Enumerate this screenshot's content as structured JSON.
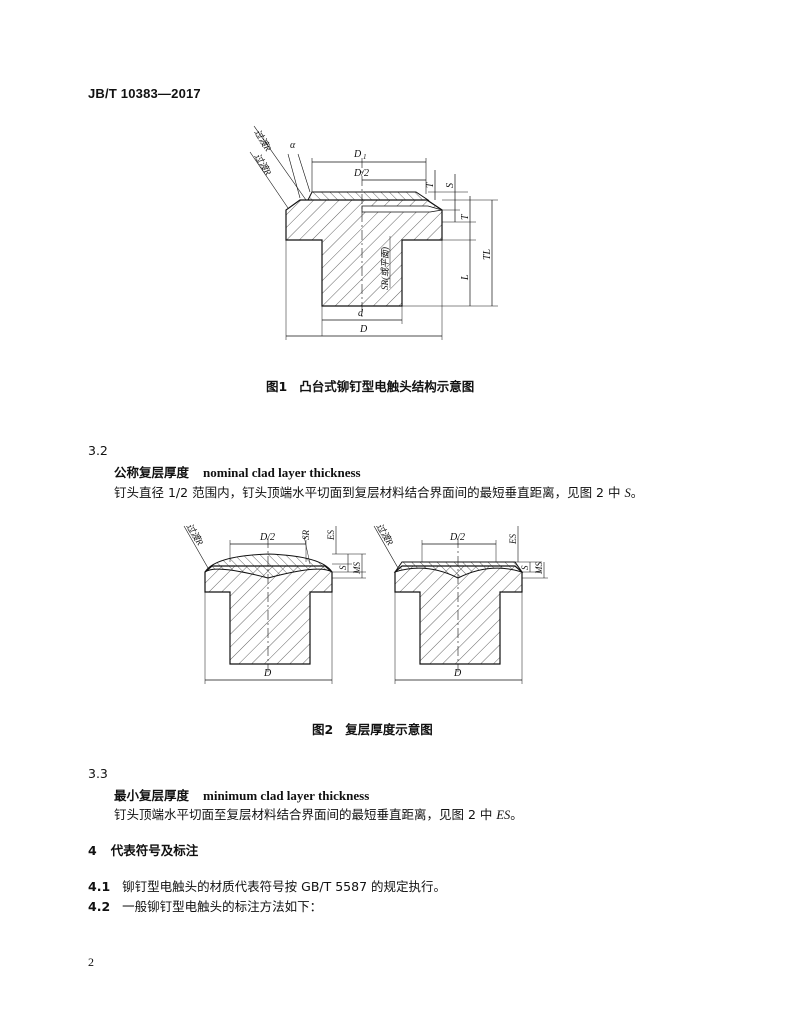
{
  "header": {
    "code": "JB/T 10383—2017"
  },
  "figure1": {
    "caption_num": "图1",
    "caption_text": "凸台式铆钉型电触头结构示意图",
    "labels": {
      "r1": "过渡R",
      "r2": "过渡R",
      "r2sub": "1",
      "alpha": "α",
      "D1": "D",
      "D1sub": "1",
      "Dhalf": "D/2",
      "T1": "T",
      "T1sub": "1",
      "S": "S",
      "T": "T",
      "TL": "TL",
      "L": "L",
      "SR": "SR(或平面)",
      "d": "d",
      "D": "D"
    }
  },
  "section32": {
    "num": "3.2",
    "term_cn": "公称复层厚度",
    "term_en": "nominal clad layer thickness",
    "body_text": "钉头直径 1/2 范围内，钉头顶端水平切面到复层材料结合界面间的最短垂直距离，见图 2 中 ",
    "body_symbol": "S",
    "body_end": "。"
  },
  "figure2": {
    "caption_num": "图2",
    "caption_text": "复层厚度示意图",
    "left": {
      "r": "过渡R",
      "Dhalf": "D/2",
      "SR": "SR",
      "ES": "ES",
      "S": "S",
      "MS": "MS",
      "D": "D"
    },
    "right": {
      "r": "过渡R",
      "Dhalf": "D/2",
      "ES": "ES",
      "S": "S",
      "MS": "MS",
      "D": "D"
    }
  },
  "section33": {
    "num": "3.3",
    "term_cn": "最小复层厚度",
    "term_en": "minimum clad layer thickness",
    "body_text": "钉头顶端水平切面至复层材料结合界面间的最短垂直距离，见图 2 中 ",
    "body_symbol": "ES",
    "body_end": "。"
  },
  "section4": {
    "num": "4",
    "title": "代表符号及标注",
    "clauses": [
      {
        "num": "4.1",
        "text": "铆钉型电触头的材质代表符号按 GB/T 5587 的规定执行。"
      },
      {
        "num": "4.2",
        "text": "一般铆钉型电触头的标注方法如下："
      }
    ]
  },
  "footer": {
    "page": "2"
  }
}
